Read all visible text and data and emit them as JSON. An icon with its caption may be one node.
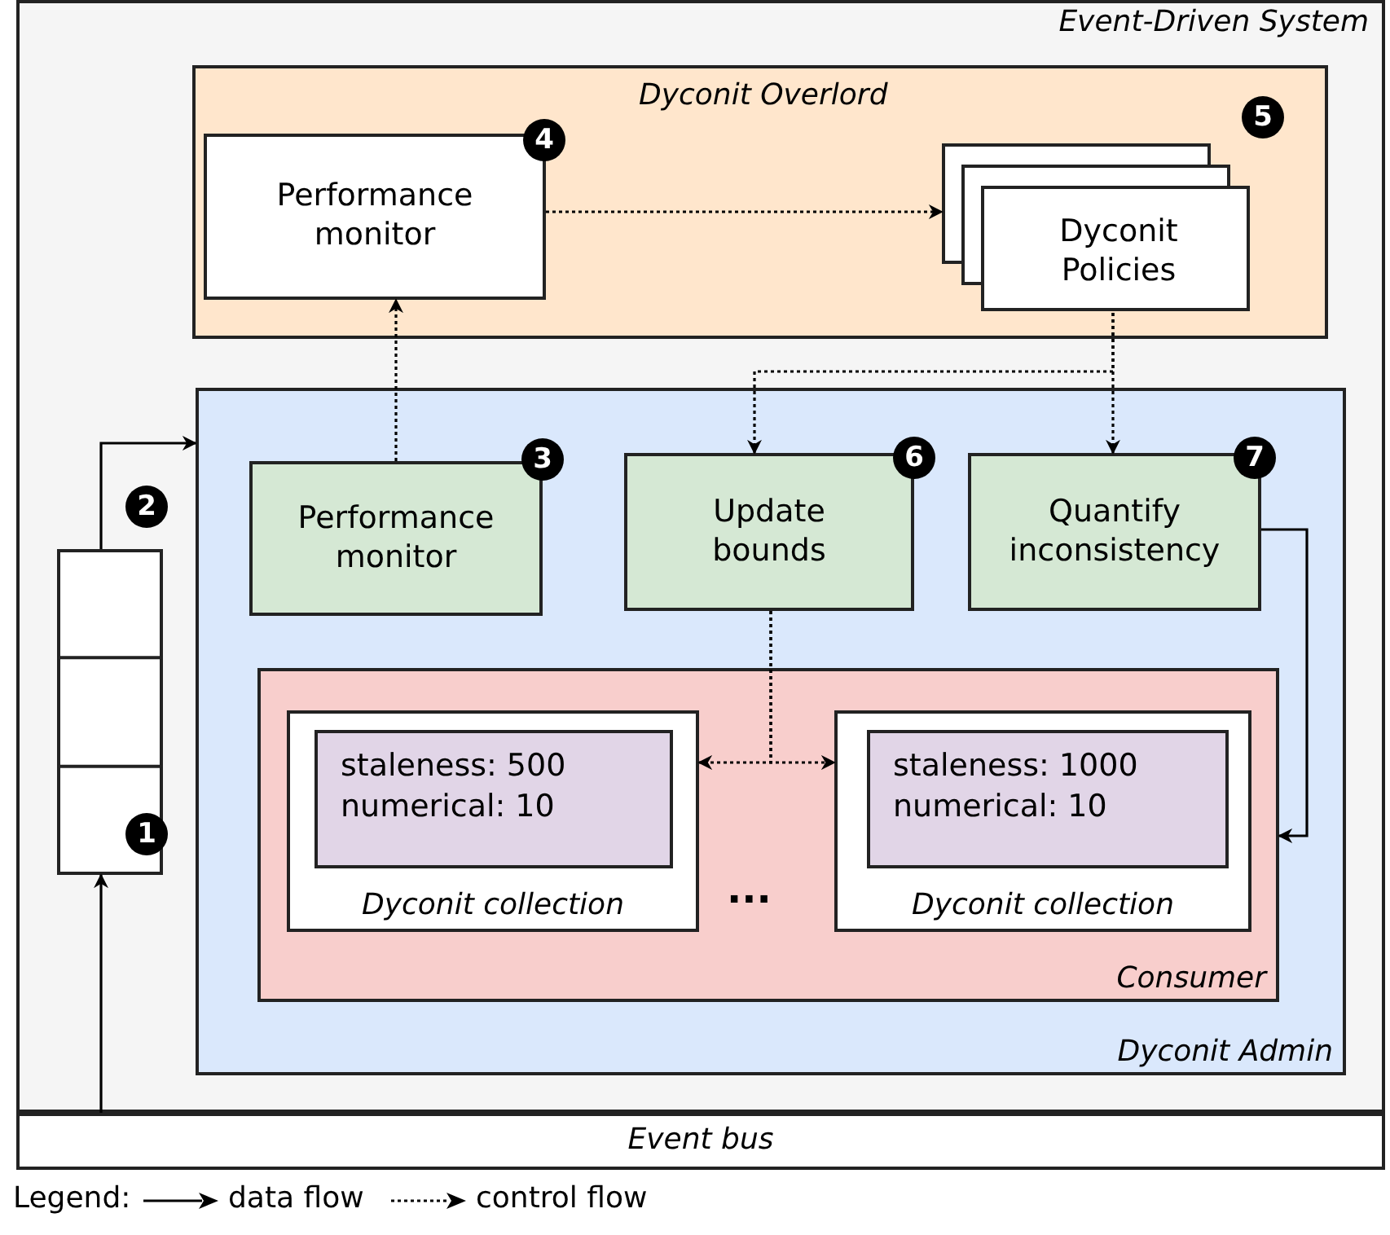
{
  "diagram": {
    "nodes": [
      {
        "text": [
          "Event-Driven System"
        ]
      },
      {
        "text": [
          "Dyconit Overlord"
        ],
        "in": 0
      },
      {
        "text": [
          "Performance monitor"
        ],
        "in": 1
      },
      {
        "text": [
          "Dyconit Policies"
        ],
        "in": 1
      },
      {
        "text": [
          "Dyconit Admin"
        ],
        "in": 0
      },
      {
        "text": [
          "Performance monitor"
        ],
        "in": 4
      },
      {
        "text": [
          "Update bounds"
        ],
        "in": 4
      },
      {
        "text": [
          "Quantify inconsistency"
        ],
        "in": 4
      },
      {
        "text": [
          "Consumer"
        ],
        "in": 4
      },
      {
        "text": [
          "Dyconit collection"
        ],
        "in": 8
      },
      {
        "text": [
          "staleness: 500 numerical: 10"
        ],
        "in": 9
      },
      {
        "text": [
          "Dyconit collection"
        ],
        "in": 8
      },
      {
        "text": [
          "staleness: 1000 numerical: 10"
        ],
        "in": 11
      },
      {
        "text": [],
        "shape": "box",
        "in": 0
      },
      {
        "text": [
          "Event bus"
        ]
      }
    ],
    "edges": [
      {
        "from": 14,
        "to": 13,
        "arrow": "to"
      },
      {
        "from": 13,
        "to": 4,
        "arrow": "to"
      },
      {
        "from": 5,
        "to": 2,
        "arrow": "to",
        "style": "dashed"
      },
      {
        "from": 2,
        "to": 3,
        "arrow": "to",
        "style": "dashed"
      },
      {
        "from": 3,
        "to": 6,
        "arrow": "to",
        "style": "dashed"
      },
      {
        "from": 3,
        "to": 7,
        "arrow": "to",
        "style": "dashed"
      },
      {
        "from": 6,
        "to": 9,
        "arrow": "to",
        "style": "dashed"
      },
      {
        "from": 6,
        "to": 11,
        "arrow": "to",
        "style": "dashed"
      },
      {
        "from": 7,
        "to": 8,
        "arrow": "to"
      }
    ],
    "labels": [
      "4",
      "5",
      "2",
      "3",
      "6",
      "7",
      "1",
      "...",
      "Legend:"
    ],
    "legend": [
      {
        "text": "data flow"
      },
      {
        "text": "control flow"
      }
    ]
  }
}
